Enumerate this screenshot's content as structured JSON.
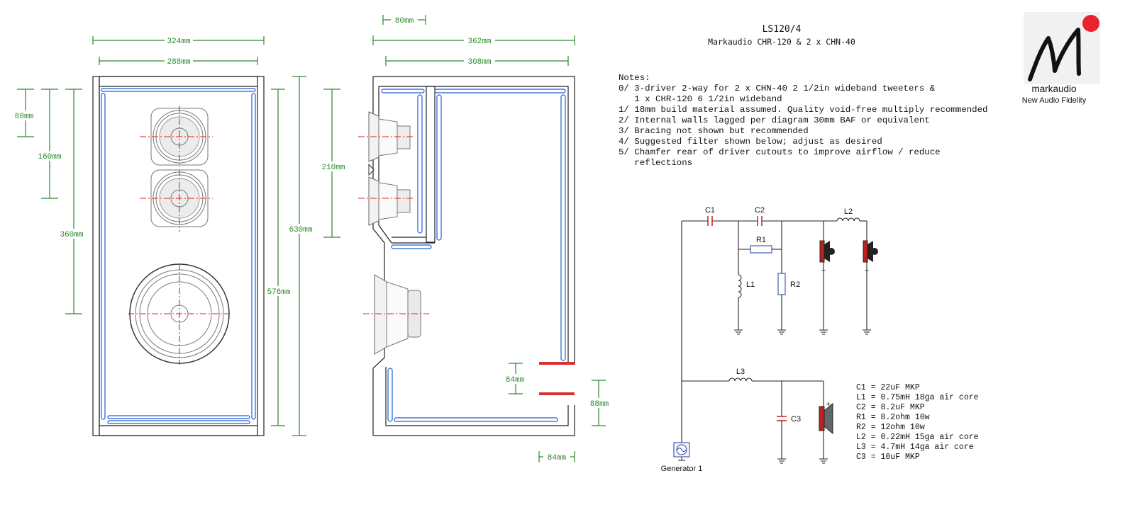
{
  "title": "LS120/4",
  "subtitle": "Markaudio CHR-120 & 2 x CHN-40",
  "logo": {
    "brand": "markaudio",
    "tagline": "New Audio Fidelity",
    "accent": "#e8232c"
  },
  "front_view": {
    "width_outer": "324mm",
    "width_inner": "288mm",
    "height_outer": "630mm",
    "height_inner": "576mm",
    "dim_80": "80mm",
    "dim_160": "160mm",
    "dim_360": "360mm"
  },
  "side_view": {
    "depth_outer": "362mm",
    "depth_inner": "308mm",
    "baffle_offset": "80mm",
    "tweeter_span": "210mm",
    "port_height": "84mm",
    "port_offset": "88mm",
    "port_depth": "84mm"
  },
  "notes": {
    "heading": "Notes:",
    "lines": [
      "0/ 3-driver 2-way for 2 x CHN-40 2 1/2in wideband tweeters &",
      "   1 x CHR-120 6 1/2in wideband",
      "1/ 18mm build material assumed. Quality void-free multiply recommended",
      "2/ Internal walls lagged per diagram 30mm BAF or equivalent",
      "3/ Bracing not shown but recommended",
      "4/ Suggested filter shown below; adjust as desired",
      "5/ Chamfer rear of driver cutouts to improve airflow / reduce",
      "   reflections"
    ]
  },
  "schematic": {
    "labels": {
      "c1": "C1",
      "c2": "C2",
      "r1": "R1",
      "l1": "L1",
      "r2": "R2",
      "l2": "L2",
      "l3": "L3",
      "c3": "C3",
      "plus": "+"
    },
    "generator": "Generator 1"
  },
  "components": [
    "C1 = 22uF MKP",
    "L1 = 0.75mH 18ga air core",
    "C2 = 8.2uF MKP",
    "R1 = 8.2ohm 10w",
    "R2 = 12ohm 10w",
    "L2 = 0.22mH 15ga air core",
    "L3 = 4.7mH 14ga air core",
    "C3 = 10uF MKP"
  ],
  "colors": {
    "dimension": "#2a8a2a",
    "lagging": "#1f5fd6",
    "centerline": "#e02020",
    "port": "#d63030"
  }
}
